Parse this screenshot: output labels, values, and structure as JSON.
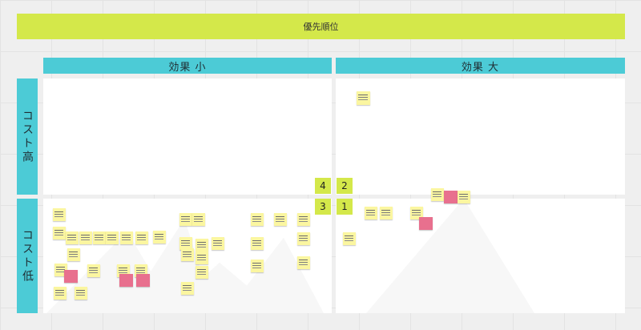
{
  "board": {
    "title": "優先順位",
    "col_headers": [
      "効果 小",
      "効果 大"
    ],
    "row_headers": [
      "コスト高",
      "コスト低"
    ],
    "badges": {
      "top_left": "4",
      "top_right": "2",
      "bottom_left": "3",
      "bottom_right": "1"
    }
  },
  "colors": {
    "title_bar": "#d4e84a",
    "header": "#4ccbd6",
    "sticky_yellow": "#fbf6a0",
    "sticky_pink": "#e8708e",
    "quadrant": "#ffffff"
  }
}
